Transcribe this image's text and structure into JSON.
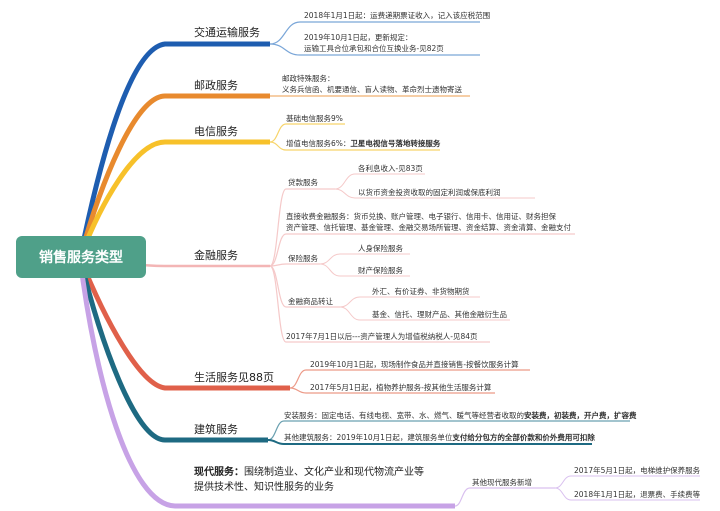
{
  "root": "销售服务类型",
  "transport": {
    "label": "交通运输服务",
    "n1": "2018年1月1日起：运费递期票证收入，记入该应税范围",
    "n2a": "2019年10月1日起，更新规定：",
    "n2b": "运输工具合位承包和合位互换业务-见82页"
  },
  "postal": {
    "label": "邮政服务",
    "n1a": "邮政特殊服务：",
    "n1b": "义务兵信函、机要通信、盲人读物、革命烈士遗物寄送"
  },
  "telecom": {
    "label": "电信服务",
    "n1": "基础电信服务9%",
    "n2a": "增值电信服务6%：",
    "n2b": "卫星电视信号落地转接服务"
  },
  "finance": {
    "label": "金融服务",
    "loan": "贷款服务",
    "loan1": "各利息收入-见83页",
    "loan2": "以货币资金投资收取的固定利润或保底利润",
    "direct_a": "直接收费金融服务：货币兑换、账户管理、电子银行、信用卡、信用证、财务担保",
    "direct_b": "资产管理、信托管理、基金管理、金融交易场所管理、资金结算、资金清算、金融支付",
    "insurance": "保险服务",
    "ins1": "人身保险服务",
    "ins2": "财产保险服务",
    "transfer": "金融商品转让",
    "tr1": "外汇、有价证券、非货物期货",
    "tr2": "基金、信托、理财产品、其他金融衍生品",
    "n_2017": "2017年7月1日以后---资产管理人为增值税纳税人-见84页"
  },
  "life": {
    "label": "生活服务见88页",
    "n1": "2019年10月1日起，现场制作食品并直接销售-按餐饮服务计算",
    "n2": "2017年5月1日起，植物养护服务-按其他生活服务计算"
  },
  "construction": {
    "label": "建筑服务",
    "n1a": "安装服务：固定电话、有线电视、宽带、水、燃气、暖气等经营者收取的",
    "n1b": "安装费，初装费，开户费，扩容费",
    "n2a": "其他建筑服务：2019年10月1日起，建筑服务单位",
    "n2b": "支付给分包方的全部价款和价外费用可扣除"
  },
  "modern": {
    "label_bold": "现代服务：",
    "label_rest1": "围绕制造业、文化产业和现代物流产业等",
    "label_rest2": "提供技术性、知识性服务的业务",
    "other": "其他现代服务新增",
    "o1": "2017年5月1日起，电梯维护保养服务",
    "o2": "2018年1月1日起，退票费、手续费等"
  },
  "colors": {
    "root": "#4fa089",
    "transport": "#1e5db0",
    "postal": "#e88a2e",
    "telecom": "#f7c12a",
    "finance": "#f3b5b5",
    "life": "#e0604a",
    "construction": "#1e6a82",
    "modern": "#c7a2e6",
    "sub_blue": "#7aa6d8",
    "sub_orange": "#f0b070",
    "sub_yellow": "#f7d46a",
    "sub_pink": "#f5c9c9",
    "sub_red": "#ec9a88",
    "sub_teal": "#6aa0b0",
    "sub_purple": "#d9c0ef"
  }
}
